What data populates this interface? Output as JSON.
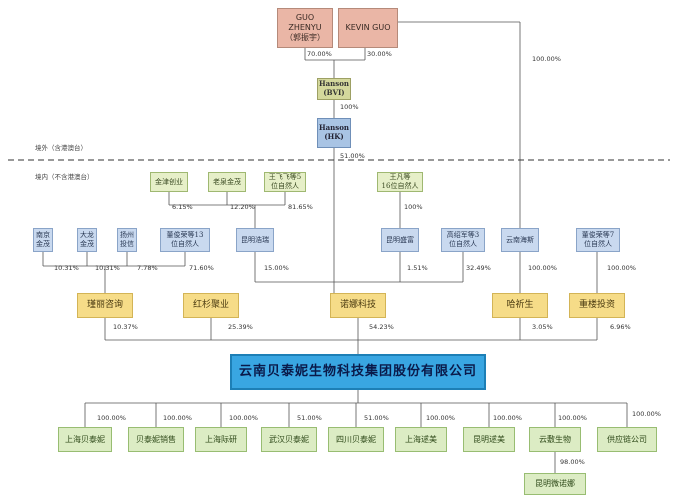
{
  "zones": {
    "overseas": "境外（含港澳台）",
    "domestic": "境内（不含港澳台）"
  },
  "nodes": {
    "guo_zhenyu": "GUO\nZHENYU\n（郭振宇）",
    "kevin_guo": "KEVIN GUO",
    "hanson_bvi": "Hanson\n(BVI)",
    "hanson_hk": "Hanson\n(HK)",
    "jinjin": "金津创业",
    "laoquan": "老泉金茂",
    "wangfei": "王飞飞等5\n位自然人",
    "wangfan": "王凡等\n16位自然人",
    "nanjing": "南京\n金茂",
    "dalong": "大龙\n金茂",
    "yangzhou": "扬州\n投信",
    "huangjun": "董俊荣等13\n位自然人",
    "kunming_haorui": "昆明浩瑞",
    "kunming_shengfu": "昆明盛富",
    "gaoxiaoli": "高绍军等3\n位自然人",
    "yunnan_haifu": "云南海斯",
    "dongjun7": "董俊荣等7\n位自然人",
    "jinli": "瑾丽咨询",
    "hongshan": "红杉聚业",
    "nuona": "诺娜科技",
    "hahongsheng": "哈祈生",
    "chonglou": "重楼投资",
    "main": "云南贝泰妮生物科技集团股份有限公司",
    "sub1": "上海贝泰妮",
    "sub2": "贝泰妮销售",
    "sub3": "上海际研",
    "sub4": "武汉贝泰妮",
    "sub5": "四川贝泰妮",
    "sub6": "上海逑美",
    "sub7": "昆明逑美",
    "sub8": "云敷生物",
    "sub9": "供应链公司",
    "sub8a": "昆明微诺娜"
  },
  "percents": {
    "guo_hbvi": "70.00%",
    "kevin_hbvi": "30.00%",
    "kevin_haisi": "100.00%",
    "hbvi_hhk": "100%",
    "hhk_nuona": "51.00%",
    "jinjin_haorui": "6.15%",
    "laoquan_haorui": "12.20%",
    "wangfei_haorui": "81.65%",
    "wangfan_shengfu": "100%",
    "nanjing_jinli": "10.31%",
    "dalong_jinli": "10.31%",
    "yangzhou_jinli": "7.78%",
    "huangjun_jinli": "71.60%",
    "haorui_nuona": "15.00%",
    "shengfu_nuona": "1.51%",
    "gao_nuona": "32.49%",
    "haisi_haqi": "100.00%",
    "dong7_chonglou": "100.00%",
    "jinli_main": "10.37%",
    "hongshan_main": "25.39%",
    "nuona_main": "54.23%",
    "haqi_main": "3.05%",
    "chonglou_main": "6.96%",
    "s1": "100.00%",
    "s2": "100.00%",
    "s3": "100.00%",
    "s4": "51.00%",
    "s5": "51.00%",
    "s6": "100.00%",
    "s7": "100.00%",
    "s8": "100.00%",
    "s9": "100.00%",
    "s8a": "98.00%"
  }
}
